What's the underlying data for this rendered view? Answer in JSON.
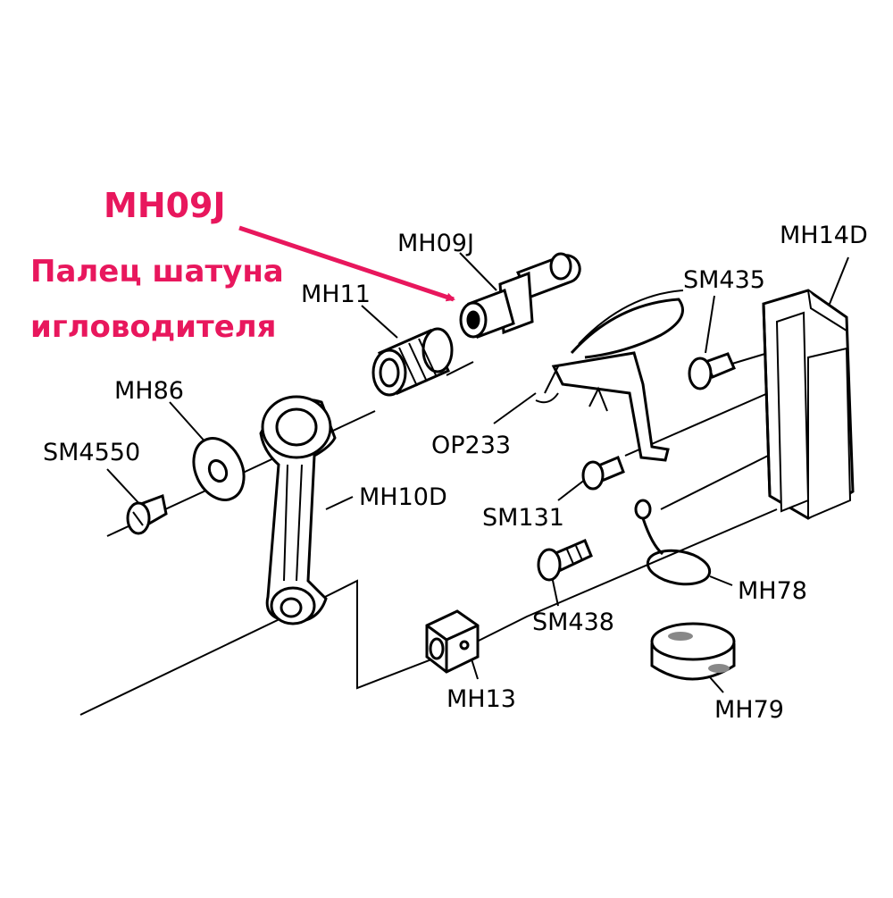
{
  "highlight": {
    "part_code": "MH09J",
    "description_line1": "Палец шатуна",
    "description_line2": "игловодителя",
    "color": "#e8175d"
  },
  "parts": {
    "mh09j": "MH09J",
    "mh14d": "MH14D",
    "sm435": "SM435",
    "mh11": "MH11",
    "mh86": "MH86",
    "sm4550": "SM4550",
    "op233": "OP233",
    "mh10d": "MH10D",
    "sm131": "SM131",
    "mh78": "MH78",
    "sm438": "SM438",
    "mh13": "MH13",
    "mh79": "MH79"
  },
  "colors": {
    "line": "#000000",
    "background": "#ffffff"
  }
}
